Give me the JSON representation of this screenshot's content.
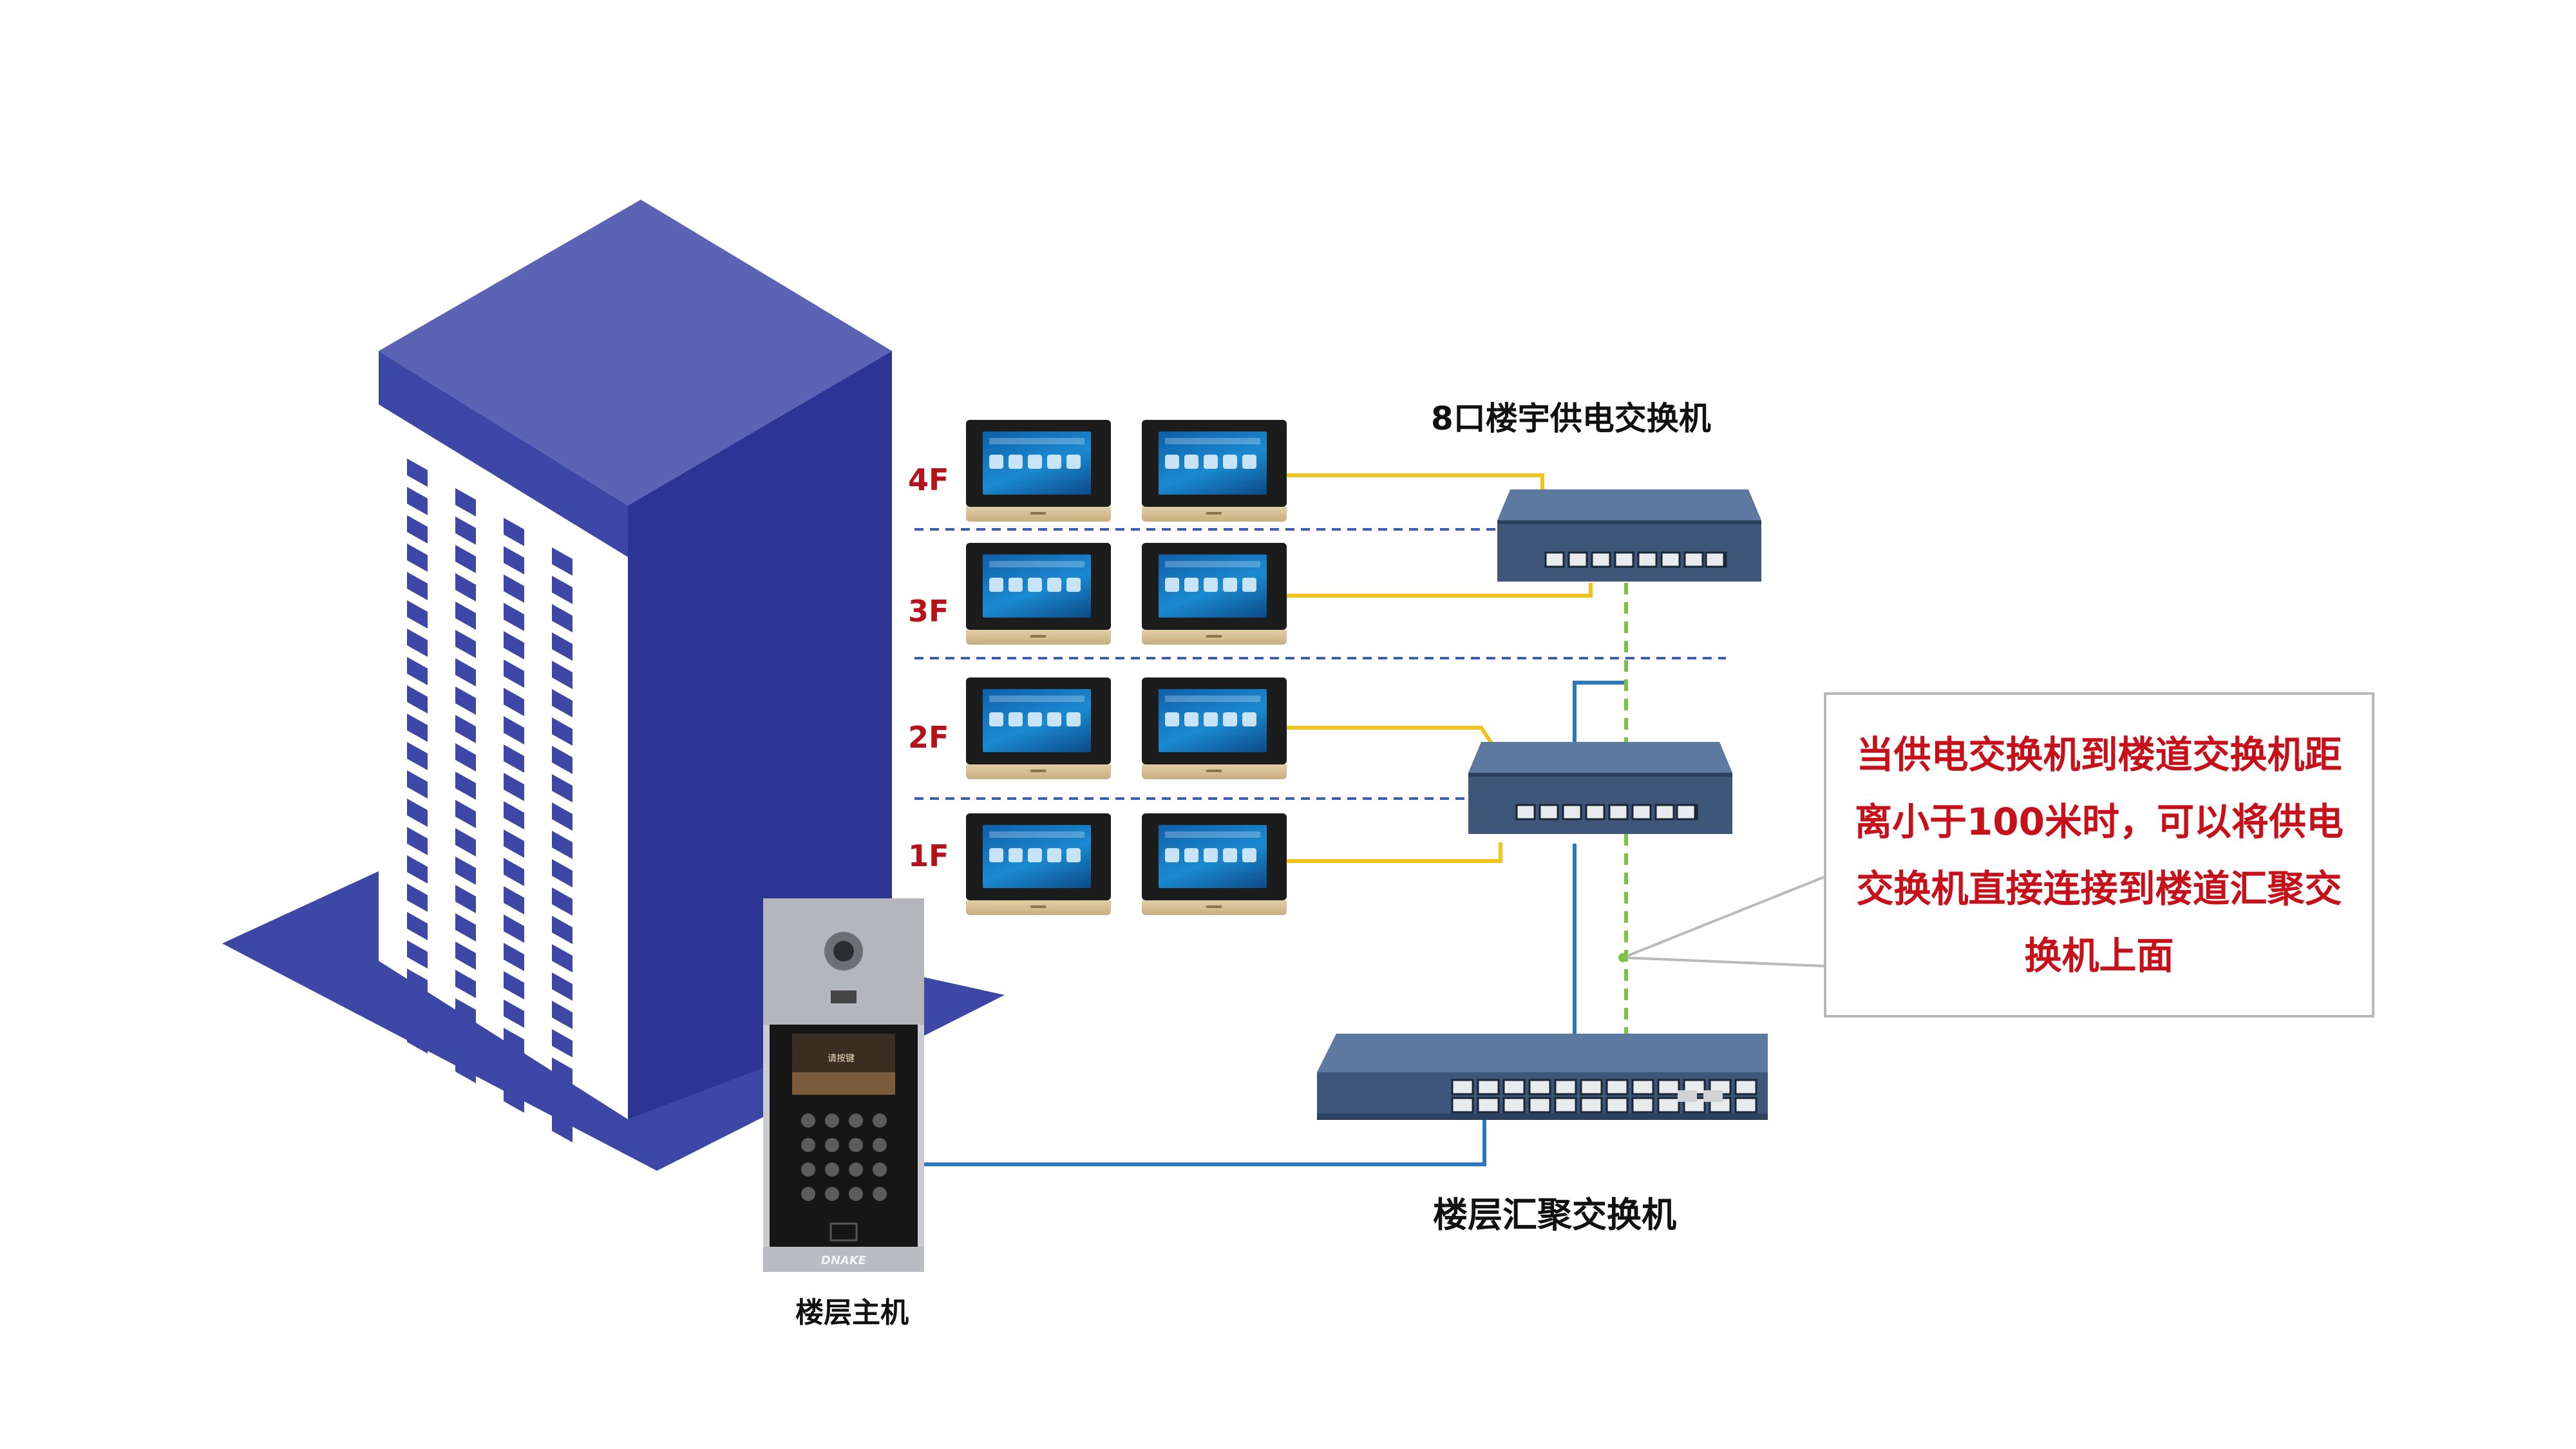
{
  "labels": {
    "power_switch": "8口楼宇供电交换机",
    "aggregation_switch": "楼层汇聚交换机",
    "door_station": "楼层主机",
    "floors": [
      "4F",
      "3F",
      "2F",
      "1F"
    ]
  },
  "note": {
    "lines": [
      "当供电交换机到楼道交换机距",
      "离小于100米时，可以将供电",
      "交换机直接连接到楼道汇聚交",
      "换机上面"
    ]
  },
  "door_station": {
    "brand": "DNAKE",
    "screen_text": "请按键"
  },
  "colors": {
    "building_dark": "#2d3594",
    "building_mid": "#3c47a6",
    "building_light": "#5a63b4",
    "floor_label": "#b5121b",
    "note_text": "#c8101a",
    "cable_yellow": "#f2c318",
    "cable_blue": "#2a78c2",
    "cable_green_dashed": "#7cc242",
    "floor_divider": "#3a5fb0"
  }
}
